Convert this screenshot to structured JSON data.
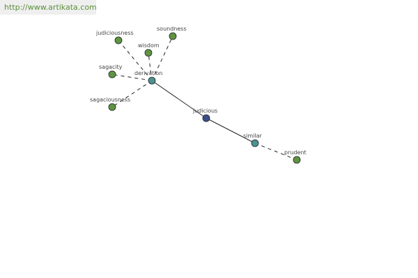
{
  "banner": {
    "url": "http://www.artikata.com"
  },
  "colors": {
    "leaf": "#5f9443",
    "relation": "#4b9190",
    "center": "#3c4d8a",
    "stroke": "#222222",
    "banner_bg": "#efefef",
    "banner_text": "#5a8f3a"
  },
  "nodes": [
    {
      "id": "judicious",
      "label": "judicious",
      "kind": "center"
    },
    {
      "id": "derivation",
      "label": "derivation",
      "kind": "relation"
    },
    {
      "id": "similar",
      "label": "similar",
      "kind": "relation"
    },
    {
      "id": "judiciousness",
      "label": "judiciousness",
      "kind": "leaf"
    },
    {
      "id": "soundness",
      "label": "soundness",
      "kind": "leaf"
    },
    {
      "id": "wisdom",
      "label": "wisdom",
      "kind": "leaf"
    },
    {
      "id": "sagacity",
      "label": "sagacity",
      "kind": "leaf"
    },
    {
      "id": "sagaciousness",
      "label": "sagaciousness",
      "kind": "leaf"
    },
    {
      "id": "prudent",
      "label": "prudent",
      "kind": "leaf"
    }
  ],
  "edges": [
    {
      "from": "judicious",
      "to": "derivation",
      "style": "solid"
    },
    {
      "from": "judicious",
      "to": "similar",
      "style": "solid"
    },
    {
      "from": "derivation",
      "to": "judiciousness",
      "style": "dashed"
    },
    {
      "from": "derivation",
      "to": "soundness",
      "style": "dashed"
    },
    {
      "from": "derivation",
      "to": "wisdom",
      "style": "dashed"
    },
    {
      "from": "derivation",
      "to": "sagacity",
      "style": "dashed"
    },
    {
      "from": "derivation",
      "to": "sagaciousness",
      "style": "dashed"
    },
    {
      "from": "similar",
      "to": "prudent",
      "style": "dashed"
    }
  ]
}
